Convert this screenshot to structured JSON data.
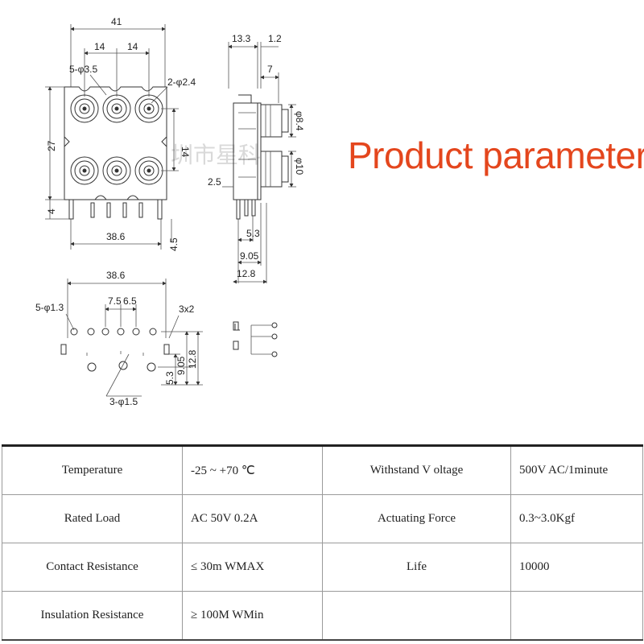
{
  "title": "Product parameters",
  "watermark": "圳市星科",
  "dimensions": {
    "front": {
      "width_total": "41",
      "pitch_a": "14",
      "pitch_b": "14",
      "hole_large": "5-φ3.5",
      "hole_small": "2-φ2.4",
      "height": "27",
      "row_pitch": "14",
      "pin_length": "4",
      "bottom_width": "38.6",
      "bottom_offset": "4.5"
    },
    "side": {
      "depth": "13.3",
      "flange": "1.2",
      "step": "7",
      "dia_top": "φ8.4",
      "dia_bottom": "φ10",
      "pin_offset": "2.5",
      "bottom_1": "5.3",
      "bottom_2": "9.05",
      "bottom_3": "12.8"
    },
    "footprint": {
      "width": "38.6",
      "pitch_a": "7.5",
      "pitch_b": "6.5",
      "holes_pin": "5-φ1.3",
      "slot": "3x2",
      "holes_post": "3-φ1.5",
      "v1": "5.3",
      "v2": "9.05",
      "v3": "12.8"
    }
  },
  "parameters": [
    {
      "name": "Temperature",
      "value": "-25 ~ +70 ℃",
      "name2": "Withstand V oltage",
      "value2": "500V AC/1minute"
    },
    {
      "name": "Rated Load",
      "value": "AC 50V 0.2A",
      "name2": "Actuating Force",
      "value2": "0.3~3.0Kgf"
    },
    {
      "name": "Contact Resistance",
      "value": "≤ 30m WMAX",
      "name2": "Life",
      "value2": "10000"
    },
    {
      "name": "Insulation Resistance",
      "value": "≥ 100M WMin",
      "name2": "",
      "value2": ""
    }
  ]
}
